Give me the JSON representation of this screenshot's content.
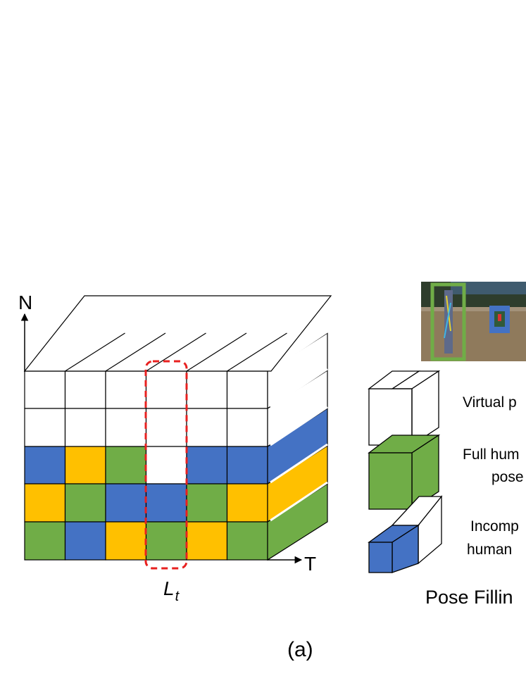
{
  "axes": {
    "vertical_label": "N",
    "horizontal_label": "T"
  },
  "highlight": {
    "label_main": "L",
    "label_sub": "t",
    "color": "#e8201f"
  },
  "legend": {
    "virtual": "Virtual p",
    "full_line1": "Full hum",
    "full_line2": "pose",
    "incomplete_line1": "Incomp",
    "incomplete_line2": "human",
    "title": "Pose Fillin"
  },
  "caption": "(a)",
  "colors": {
    "white": "#ffffff",
    "blue": "#4472c4",
    "yellow": "#ffc000",
    "green": "#70ad47",
    "stroke": "#000000"
  },
  "grid": {
    "rows": [
      [
        "white",
        "white",
        "white",
        "white",
        "white",
        "white"
      ],
      [
        "white",
        "white",
        "white",
        "white",
        "white",
        "white"
      ],
      [
        "blue",
        "yellow",
        "green",
        "white",
        "blue",
        "blue"
      ],
      [
        "yellow",
        "green",
        "blue",
        "blue",
        "green",
        "yellow"
      ],
      [
        "green",
        "blue",
        "yellow",
        "green",
        "yellow",
        "green"
      ]
    ],
    "side": [
      "white",
      "white",
      "blue",
      "yellow",
      "green"
    ]
  }
}
